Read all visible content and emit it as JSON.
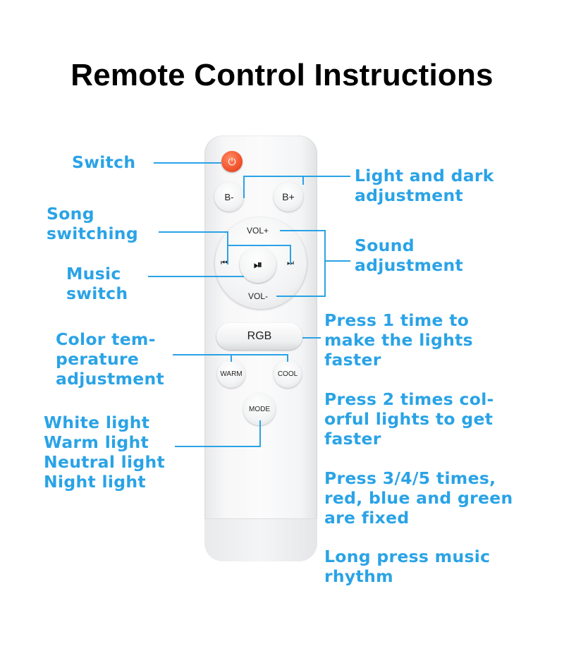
{
  "title": "Remote Control Instructions",
  "colors": {
    "label": "#2aa3e6",
    "title": "#000000",
    "power_button": "#f2542d"
  },
  "remote": {
    "power_icon": "power-icon",
    "b_minus": "B-",
    "b_plus": "B+",
    "vol_plus": "VOL+",
    "vol_minus": "VOL-",
    "prev": "⏮",
    "play_pause": "⏯",
    "next": "⏭",
    "rgb": "RGB",
    "warm": "WARM",
    "cool": "COOL",
    "mode": "MODE"
  },
  "labels": {
    "switch": "Switch",
    "light_dark": "Light and dark\nadjustment",
    "song_switching": "Song\nswitching",
    "sound": "Sound\nadjustment",
    "music_switch": "Music\nswitch",
    "press1": "Press 1 time to\nmake the lights\nfaster",
    "color_temp": "Color tem-\nperature\nadjustment",
    "press2": "Press 2 times col-\norful lights to get\nfaster",
    "modes": "White light\nWarm light\nNeutral light\nNight light",
    "press345": "Press 3/4/5 times,\nred, blue and green\nare fixed",
    "long_press": "Long press music\nrhythm"
  }
}
